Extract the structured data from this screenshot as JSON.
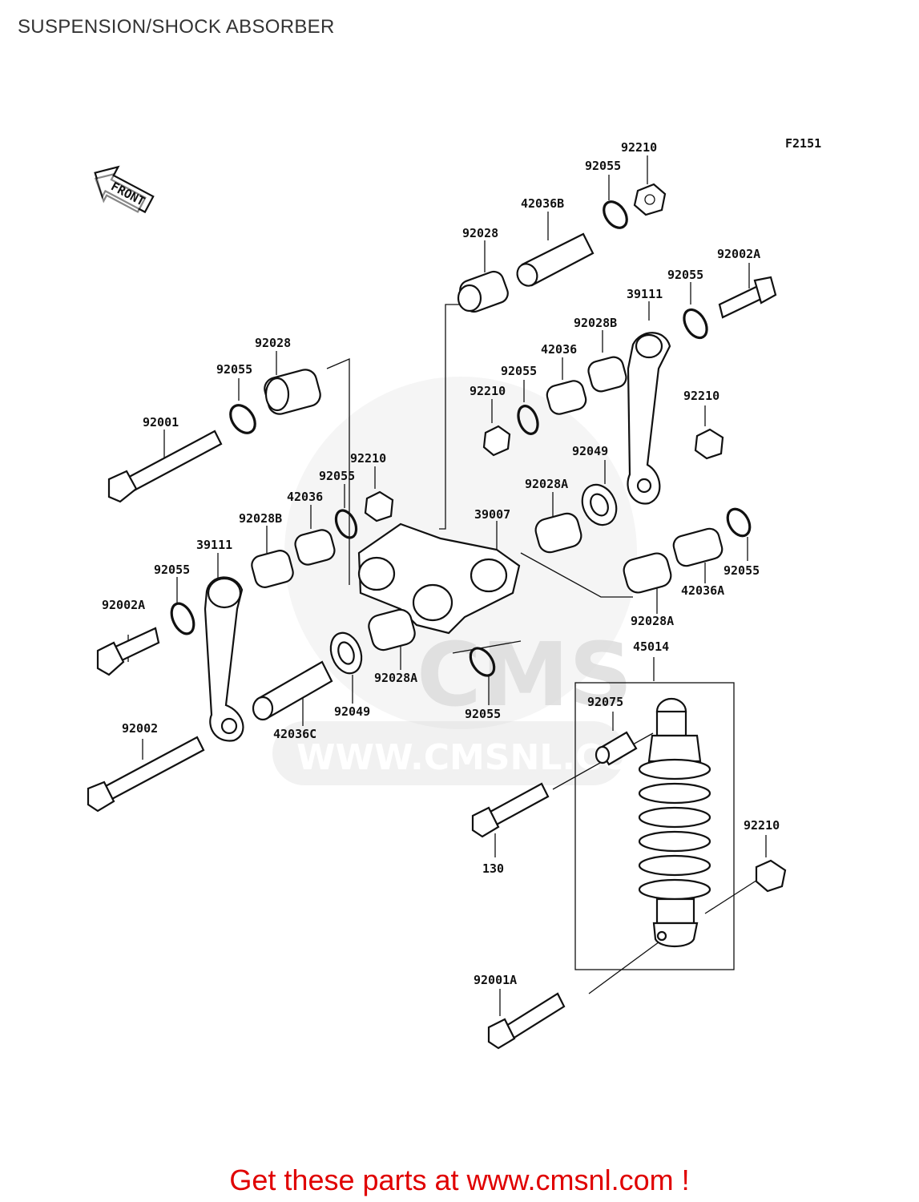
{
  "header": {
    "title": "SUSPENSION/SHOCK ABSORBER"
  },
  "figure_code": "F2151",
  "front_arrow_label": "FRONT",
  "watermark": {
    "logo_text": "CMS",
    "url_text": "WWW.CMSNL.COM"
  },
  "callouts": {
    "p92210_top": "92210",
    "p92055_top": "92055",
    "p42036B": "42036B",
    "p92028_top": "92028",
    "p92002A_right": "92002A",
    "p92055_right": "92055",
    "p39111_right": "39111",
    "p92028B_right": "92028B",
    "p42036_right": "42036",
    "p92055_mid": "92055",
    "p92210_mid": "92210",
    "p92210_right": "92210",
    "p92028_left": "92028",
    "p92055_left": "92055",
    "p92001": "92001",
    "p92210_center": "92210",
    "p92055_center": "92055",
    "p42036_center": "42036",
    "p92028B_left": "92028B",
    "p39111_left": "39111",
    "p92055_lower_left": "92055",
    "p92002A_left": "92002A",
    "p39007": "39007",
    "p92028A_top": "92028A",
    "p92049_right": "92049",
    "p92055_far_right": "92055",
    "p42036A": "42036A",
    "p92028A_right": "92028A",
    "p92028A_bottom": "92028A",
    "p92049_bottom": "92049",
    "p42036C": "42036C",
    "p92055_bottom": "92055",
    "p92002": "92002",
    "p45014": "45014",
    "p92075": "92075",
    "p130": "130",
    "p92210_shock": "92210",
    "p92001A": "92001A"
  },
  "footer": {
    "cta": "Get these parts at www.cmsnl.com !"
  },
  "colors": {
    "cta": "#e00000",
    "line": "#111111",
    "watermark": "#d8d8d8"
  }
}
